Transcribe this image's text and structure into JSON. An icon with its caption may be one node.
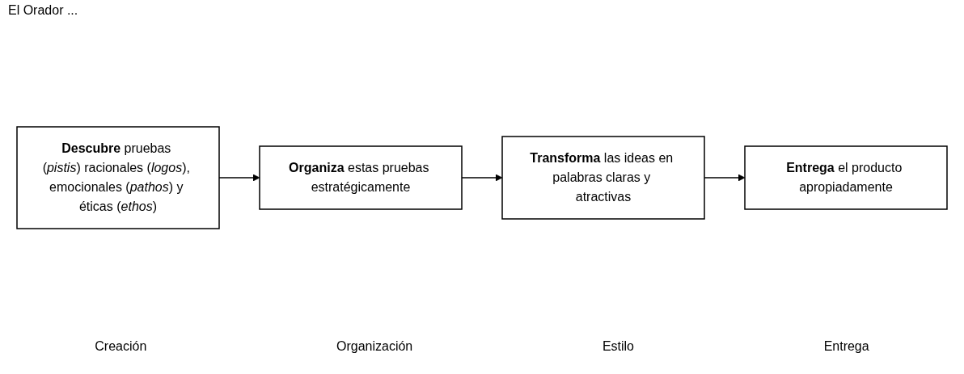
{
  "diagram": {
    "title": "El Orador ...",
    "nodes": [
      {
        "text": [
          "**Descubre** pruebas (*pistis*) racionales (*logos*), emocionales (*pathos*) y éticas (*ethos*)"
        ]
      },
      {
        "text": [
          "**Organiza** estas pruebas estratégicamente"
        ]
      },
      {
        "text": [
          "**Transforma** las ideas en palabras claras y atractivas"
        ]
      },
      {
        "text": [
          "**Entrega** el producto apropiadamente"
        ]
      }
    ],
    "edges": [
      {
        "from": 0,
        "to": 1,
        "arrow": "to"
      },
      {
        "from": 1,
        "to": 2,
        "arrow": "to"
      },
      {
        "from": 2,
        "to": 3,
        "arrow": "to"
      }
    ],
    "labels": [
      "Creación",
      "Organización",
      "Estilo",
      "Entrega"
    ]
  }
}
